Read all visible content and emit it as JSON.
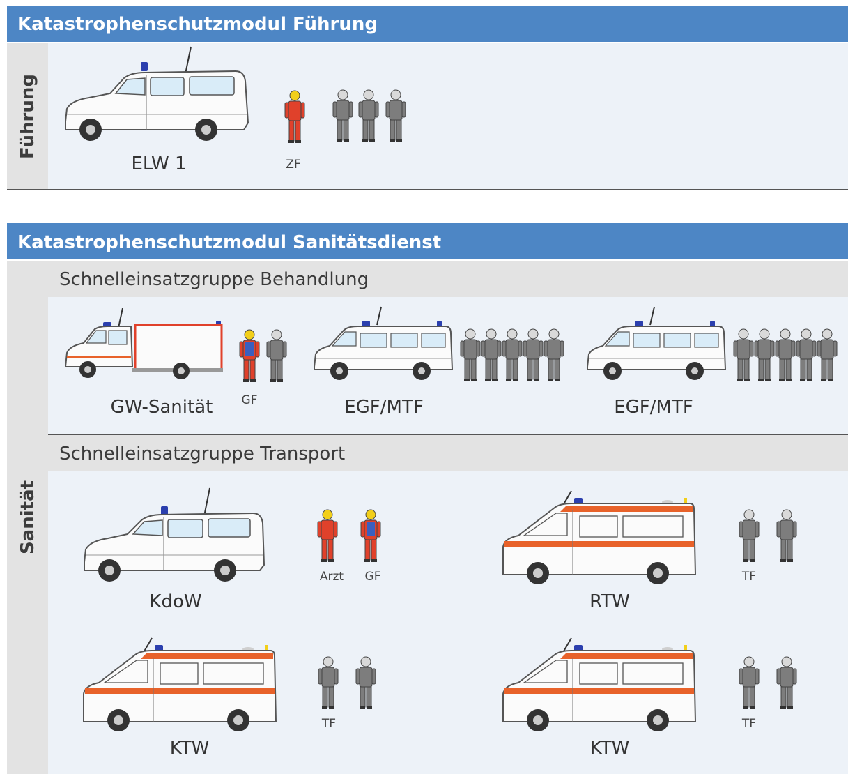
{
  "section_fuehrung": {
    "title": "Katastrophenschutzmodul Führung",
    "side_label": "Führung",
    "vehicle_label": "ELW 1",
    "role_zf": "ZF"
  },
  "section_sanitaet": {
    "title": "Katastrophenschutzmodul Sanitätsdienst",
    "side_label": "Sanität",
    "group_behandlung": {
      "title": "Schnelleinsatzgruppe Behandlung",
      "gw_label": "GW-Sanität",
      "role_gf": "GF",
      "egf1_label": "EGF/MTF",
      "egf2_label": "EGF/MTF"
    },
    "group_transport": {
      "title": "Schnelleinsatzgruppe Transport",
      "kdow_label": "KdoW",
      "role_arzt": "Arzt",
      "role_gf": "GF",
      "rtw_label": "RTW",
      "rtw_role": "TF",
      "ktw1_label": "KTW",
      "ktw1_role": "TF",
      "ktw2_label": "KTW",
      "ktw2_role": "TF"
    }
  },
  "colors": {
    "header_blue": "#4d86c5",
    "panel_bg": "#edf2f8",
    "side_gray": "#e3e3e3",
    "rescue_orange": "#e8622a",
    "leader_red": "#e0412b",
    "crew_gray": "#7d7d7d",
    "beacon_blue": "#2b3fae"
  }
}
